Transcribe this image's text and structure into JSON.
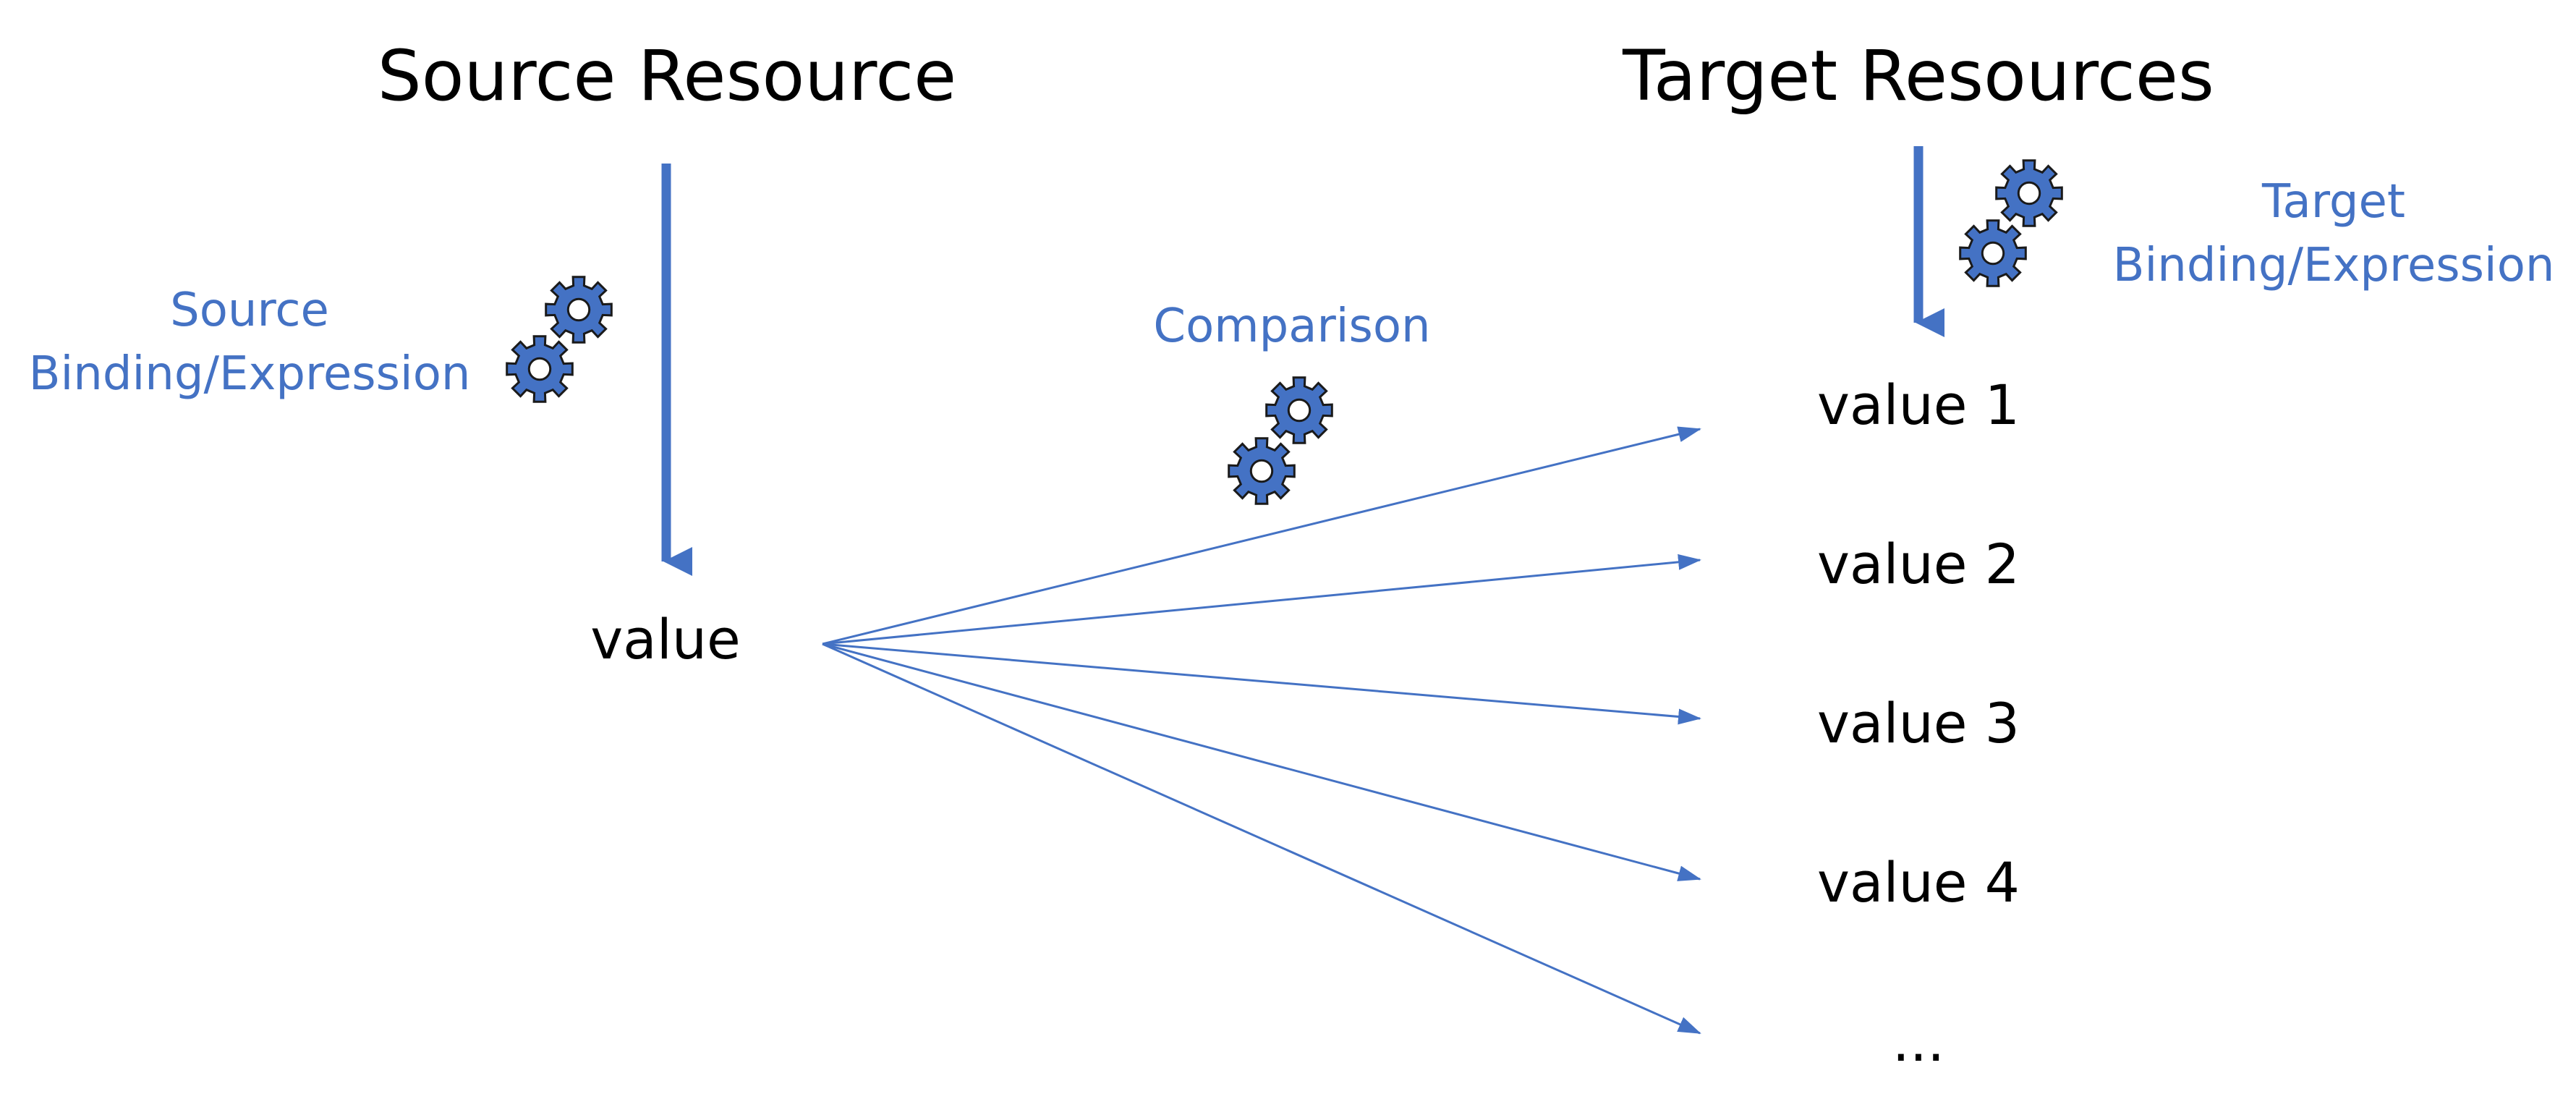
{
  "source": {
    "title": "Source Resource",
    "value": "value",
    "binding_label_line1": "Source",
    "binding_label_line2": "Binding/Expression"
  },
  "target": {
    "title": "Target Resources",
    "binding_label_line1": "Target",
    "binding_label_line2": "Binding/Expression",
    "values": [
      "value 1",
      "value 2",
      "value 3",
      "value 4",
      "..."
    ]
  },
  "comparison": {
    "label": "Comparison"
  },
  "colors": {
    "accent": "#4472C4",
    "text": "#000000",
    "background": "#ffffff"
  },
  "icons": [
    "gears-icon"
  ]
}
